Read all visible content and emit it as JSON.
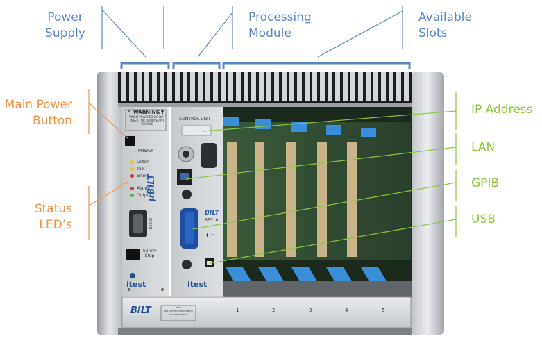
{
  "labels": {
    "power_supply": [
      "Power",
      "Supply"
    ],
    "processing_module": [
      "Processing",
      "Module"
    ],
    "available_slots": [
      "Available",
      "Slots"
    ],
    "main_power_button": [
      "Main Power",
      "Button"
    ],
    "status_leds": [
      "Status",
      "LED’s"
    ],
    "ip_address": "IP Address",
    "lan": "LAN",
    "gpib": "GPIB",
    "usb": "USB"
  },
  "psu_panel": {
    "warning_title": "WARNING !",
    "warning_text": [
      "WHEN POWERED DO NOT",
      "INSERT OR REMOVE ANY",
      "MODULE"
    ],
    "power_label": "POWER",
    "leds": [
      {
        "label": "Listen",
        "color": "#e8c420"
      },
      {
        "label": "Talk",
        "color": "#e8c420"
      },
      {
        "label": "Error",
        "color": "#d83a2a"
      },
      {
        "label": "Alarm",
        "color": "#d83a2a"
      },
      {
        "label": "Output",
        "color": "#45b84a"
      }
    ],
    "brand_vertical": "μBILT",
    "rs232_label": "RS232",
    "safety_label": [
      "Safety",
      "Stop"
    ],
    "logo": "itest"
  },
  "control_panel": {
    "title": "CONTROL UNIT",
    "model_brand": "BILT",
    "model_number": "BE718",
    "ce_mark": "CE",
    "logo": "itest"
  },
  "bottom_strip": {
    "brand": "BILT",
    "info_lines": [
      "IP000",
      "BILT SYSTEM MODEL BMP22",
      "MADE IN FRANCE"
    ],
    "slot_numbers": [
      "1",
      "2",
      "3",
      "4",
      "5"
    ]
  }
}
